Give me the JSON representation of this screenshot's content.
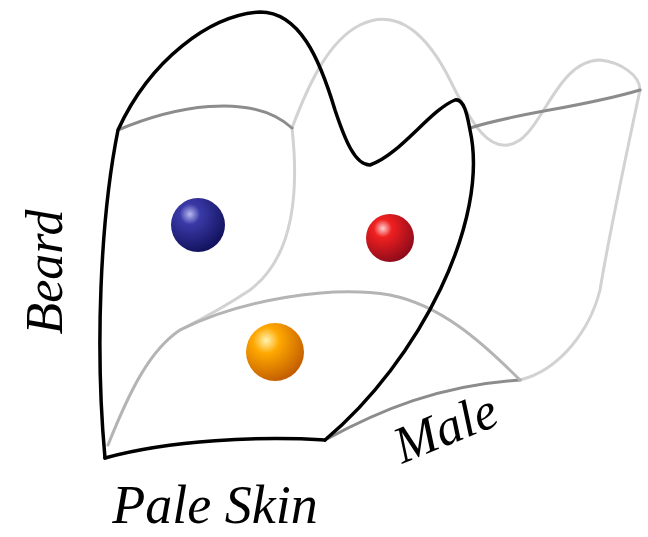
{
  "diagram": {
    "labels": [
      "Beard",
      "Pale Skin",
      "Male"
    ]
  }
}
